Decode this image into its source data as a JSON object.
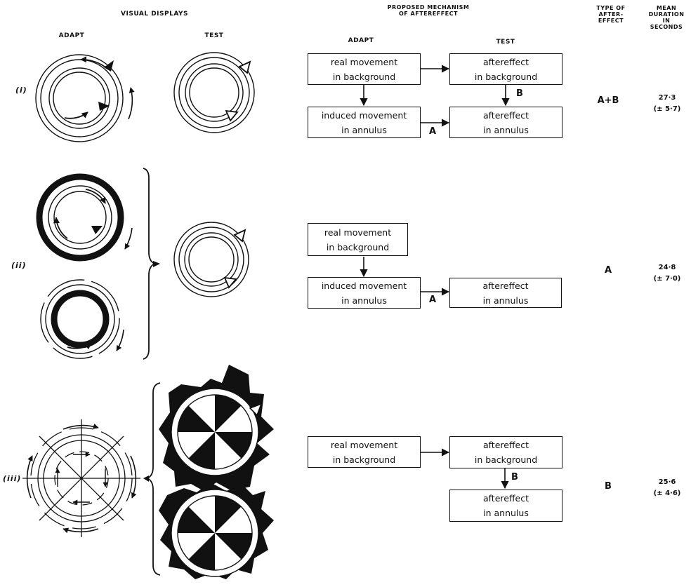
{
  "headers": {
    "visual_displays": "VISUAL DISPLAYS",
    "adapt_left": "ADAPT",
    "test_left": "TEST",
    "mechanism_line1": "PROPOSED MECHANISM",
    "mechanism_line2": "OF AFTEREFFECT",
    "adapt_mech": "ADAPT",
    "test_mech": "TEST",
    "type_line1": "TYPE OF",
    "type_line2": "AFTER-",
    "type_line3": "EFFECT",
    "dur_line1": "MEAN",
    "dur_line2": "DURATION",
    "dur_line3": "IN",
    "dur_line4": "SECONDS"
  },
  "rows": [
    {
      "label": "(i)",
      "boxes": {
        "real_bg": [
          "real movement",
          "in background"
        ],
        "after_bg": [
          "aftereffect",
          "in background"
        ],
        "induced": [
          "induced movement",
          "in annulus"
        ],
        "after_ann": [
          "aftereffect",
          "in annulus"
        ]
      },
      "arrow_a": "A",
      "arrow_b": "B",
      "type": "A+B",
      "duration": "27·3",
      "sd": "(± 5·7)"
    },
    {
      "label": "(ii)",
      "boxes": {
        "real_bg": [
          "real movement",
          "in background"
        ],
        "induced": [
          "induced movement",
          "in annulus"
        ],
        "after_ann": [
          "aftereffect",
          "in annulus"
        ]
      },
      "arrow_a": "A",
      "type": "A",
      "duration": "24·8",
      "sd": "(± 7·0)"
    },
    {
      "label": "(iii)",
      "boxes": {
        "real_bg": [
          "real movement",
          "in background"
        ],
        "after_bg": [
          "aftereffect",
          "in background"
        ],
        "after_ann": [
          "aftereffect",
          "in annulus"
        ]
      },
      "arrow_b": "B",
      "type": "B",
      "duration": "25·6",
      "sd": "(± 4·6)"
    }
  ]
}
